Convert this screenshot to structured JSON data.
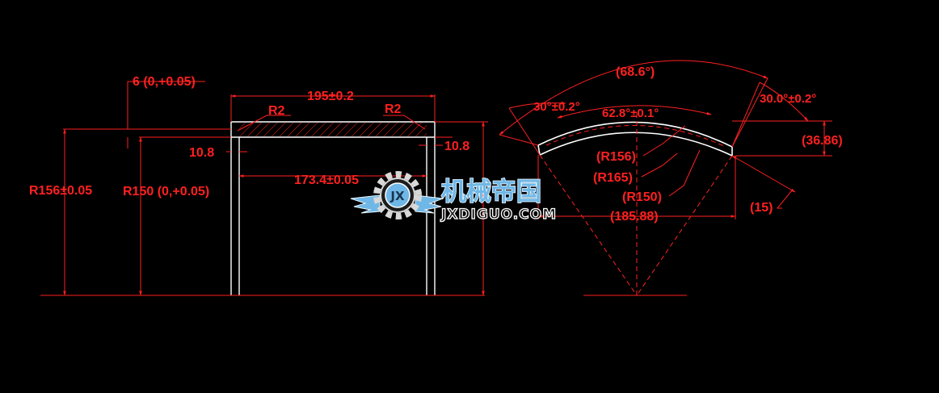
{
  "front_view": {
    "dim_top_tol": "6 (0,+0.05)",
    "dim_length": "195±0.2",
    "radius_left": "R2",
    "radius_right": "R2",
    "dim_side_left": "10.8",
    "dim_side_right": "10.8",
    "dim_inner_length": "173.4±0.05",
    "dim_outer_radius": "R156±0.05",
    "dim_inner_radius": "R150 (0,+0.05)"
  },
  "side_view": {
    "angle_total": "(68.6°)",
    "angle_left": "30°±0.2°",
    "angle_right": "30.0°±0.2°",
    "angle_center": "62.8°±0.1°",
    "dim_height": "(36.86)",
    "radius_156": "(R156)",
    "radius_165": "(R165)",
    "radius_150": "(R150)",
    "dim_chord": "(185.88)",
    "dim_edge": "(15)"
  },
  "watermark": {
    "emblem": "JX",
    "name_cn": "机械帝国",
    "name_en": "JXDIGUO.COM"
  },
  "colors": {
    "background": "#000000",
    "dimension": "#ff2020",
    "outline": "#ffffff",
    "logo_blue": "#6fb7e6"
  }
}
